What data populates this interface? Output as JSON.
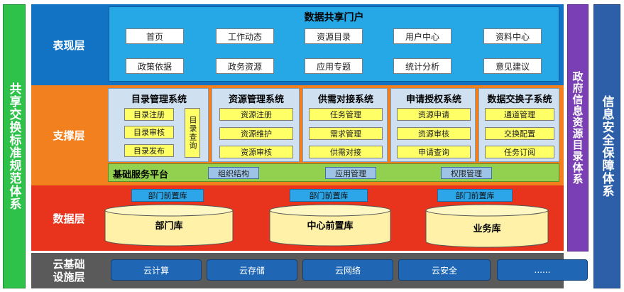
{
  "side": {
    "left_label": "共享交换标准规范体系",
    "gov_label": "政府信息资源目录体系",
    "security_label": "信息安全保障体系"
  },
  "presentation": {
    "label": "表现层",
    "portal_title": "数据共享门户",
    "items": [
      "首页",
      "工作动态",
      "资源目录",
      "用户中心",
      "资料中心",
      "政策依据",
      "政务资源",
      "应用专题",
      "统计分析",
      "意见建议"
    ]
  },
  "support": {
    "label": "支撑层",
    "systems": [
      {
        "title": "目录管理系统",
        "items": [
          "目录注册",
          "目录审核",
          "目录发布"
        ],
        "side_item": "目录查询"
      },
      {
        "title": "资源管理系统",
        "items": [
          "资源注册",
          "资源维护",
          "资源审核"
        ]
      },
      {
        "title": "供需对接系统",
        "items": [
          "任务管理",
          "需求管理",
          "供需对接"
        ]
      },
      {
        "title": "申请授权系统",
        "items": [
          "资源申请",
          "资源审核",
          "申请查询"
        ]
      },
      {
        "title": "数据交换子系统",
        "items": [
          "通道管理",
          "交换配置",
          "任务订阅"
        ]
      }
    ],
    "basic": {
      "title": "基础服务平台",
      "items": [
        "组织结构",
        "应用管理",
        "权限管理"
      ]
    }
  },
  "data": {
    "label": "数据层",
    "front_label": "部门前置库",
    "databases": [
      "部门库",
      "中心前置库",
      "业务库"
    ]
  },
  "cloud": {
    "label": "云基础设施层",
    "items": [
      "云计算",
      "云存储",
      "云网络",
      "云安全",
      "......"
    ]
  }
}
